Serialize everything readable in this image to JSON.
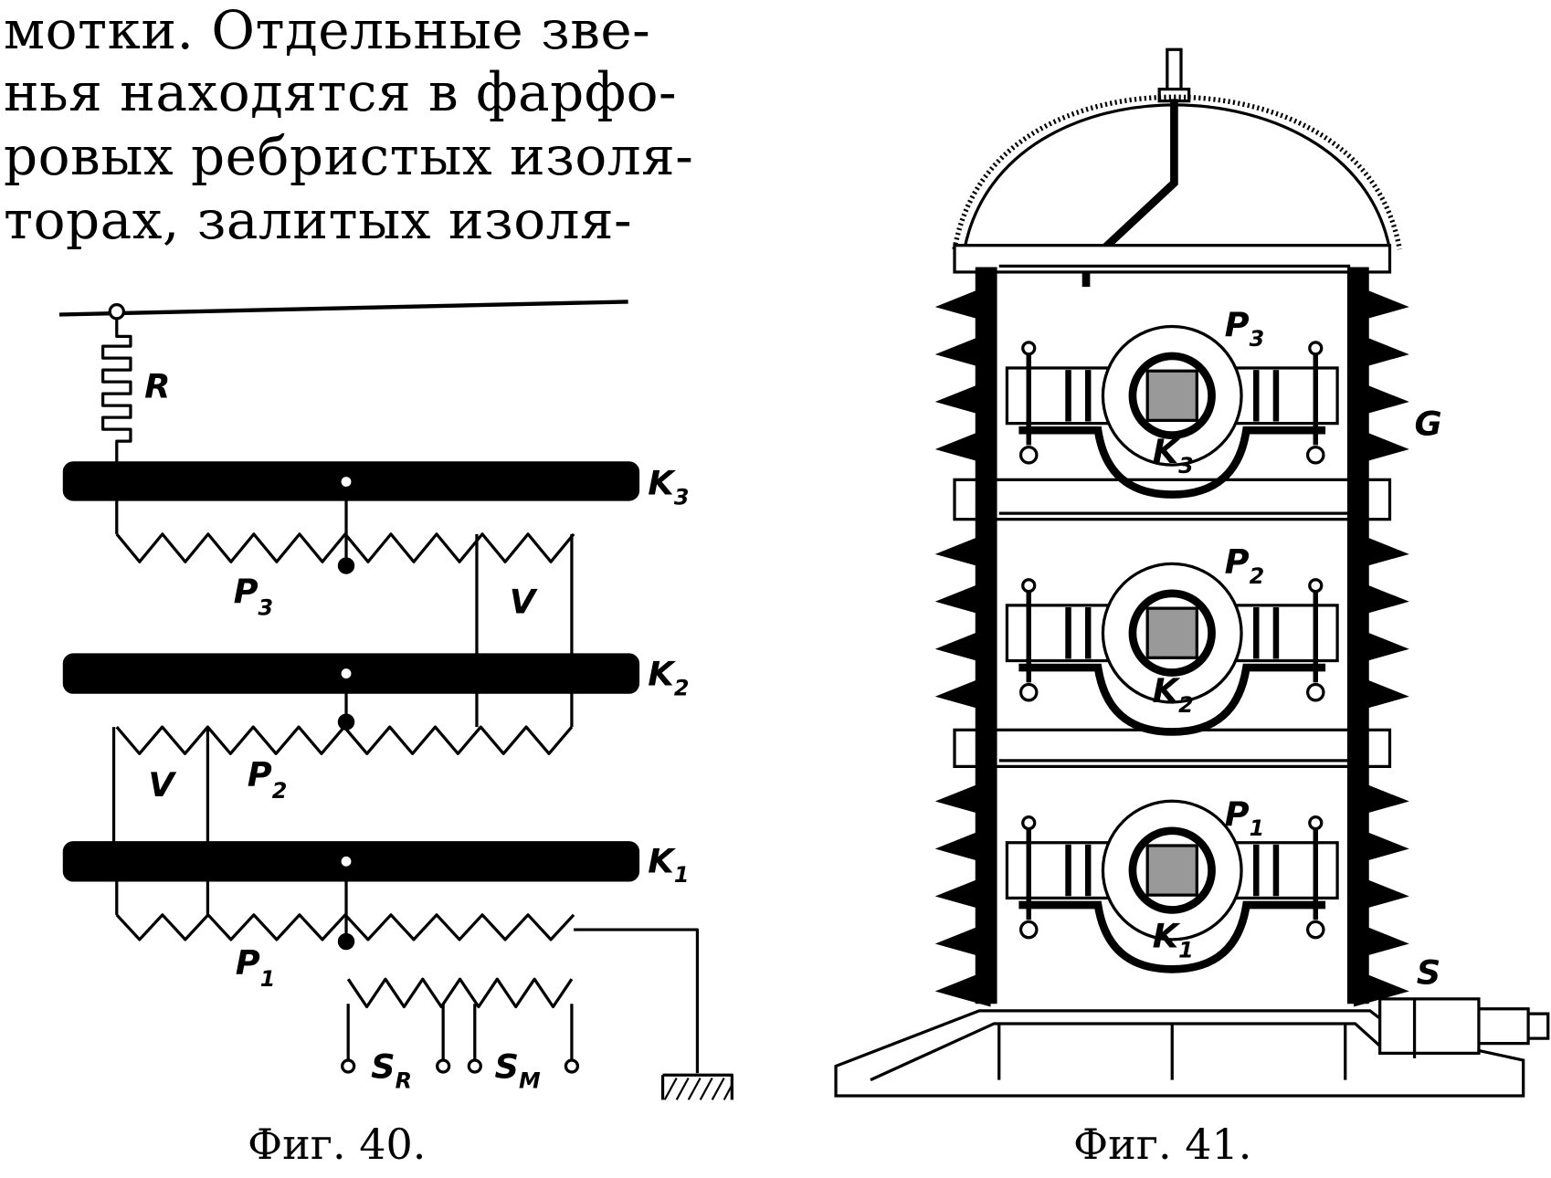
{
  "text": {
    "lines": [
      "мотки.  Отдельные  зве-",
      "нья находятся в фарфо-",
      "ровых ребристых изоля-",
      "торах,   залитых  изоля-"
    ]
  },
  "figure40": {
    "caption": "Фиг. 40.",
    "labels": {
      "R": "R",
      "K3": {
        "main": "K",
        "sub": "3"
      },
      "K2": {
        "main": "K",
        "sub": "2"
      },
      "K1": {
        "main": "K",
        "sub": "1"
      },
      "P3": {
        "main": "P",
        "sub": "3"
      },
      "P2": {
        "main": "P",
        "sub": "2"
      },
      "P1": {
        "main": "P",
        "sub": "1"
      },
      "V_upper": "V",
      "V_lower": "V",
      "SR": {
        "main": "S",
        "sub": "R"
      },
      "SM": {
        "main": "S",
        "sub": "M"
      }
    }
  },
  "figure41": {
    "caption": "Фиг. 41.",
    "labels": {
      "P3": {
        "main": "P",
        "sub": "3"
      },
      "K3": {
        "main": "K",
        "sub": "3"
      },
      "P2": {
        "main": "P",
        "sub": "2"
      },
      "K2": {
        "main": "K",
        "sub": "2"
      },
      "P1": {
        "main": "P",
        "sub": "1"
      },
      "K1": {
        "main": "K",
        "sub": "1"
      },
      "G": "G",
      "S": "S"
    }
  }
}
